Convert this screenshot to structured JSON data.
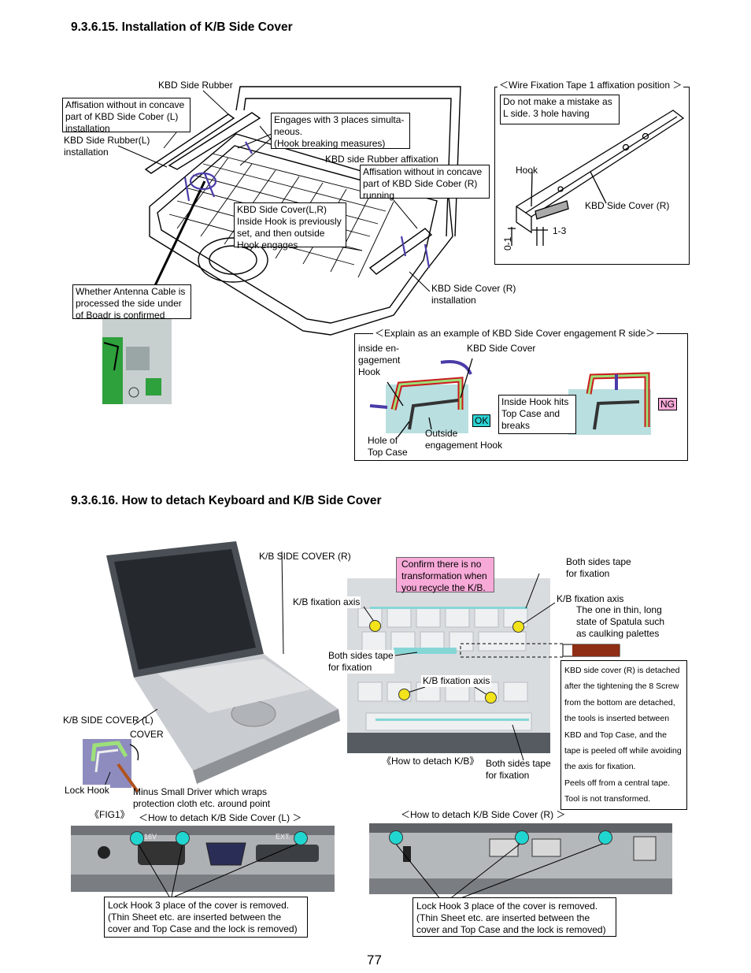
{
  "sec1": {
    "title": "9.3.6.15. Installation of K/B Side Cover",
    "kbd_side_rubber": "KBD Side Rubber",
    "affix_l": "Affisation without in concave\npart of KBD Side Cober (L)\ninstallation",
    "rubber_l_install": "KBD Side Rubber(L)\ninstallation",
    "engages": "Engages with 3 places simulta-\nneous.\n(Hook breaking measures)",
    "rubber_affix": "KBD side Rubber affixation",
    "affix_r": "Affisation without in concave\npart of KBD Side Cober (R)\nrunning",
    "cover_lr": "KBD Side Cover(L,R)\nInside Hook is previously\nset, and then outside\nHook engages",
    "antenna": "Whether Antenna Cable is\nprocessed the side under\nof Boadr is confirmed",
    "cover_r_install": "KBD Side Cover (R)\ninstallation",
    "wire_title": "＜Wire Fixation Tape 1 affixation position ＞",
    "mistake": "Do not make a mistake as\nL side. 3 hole having",
    "hook": "Hook",
    "cover_r": "KBD Side Cover (R)",
    "dim1": "1-3",
    "dim0": "0-1",
    "explain_title": "＜Explain as an example of KBD Side Cover engagement R side＞",
    "inside_hook": "inside en-\ngagement\nHook",
    "kbd_side_cover": "KBD Side Cover",
    "ok": "OK",
    "ng": "NG",
    "hits": "Inside Hook hits\nTop Case and\nbreaks",
    "hole": "Hole of\nTop Case",
    "outside_hook": "Outside\nengagement Hook"
  },
  "sec2": {
    "title": "9.3.6.16. How to detach Keyboard and K/B Side Cover",
    "kb_side_cover_r": "K/B SIDE COVER (R)",
    "kb_side_cover_l": "K/B SIDE COVER (L)",
    "cover": "COVER",
    "lock_hook": "Lock Hook",
    "minus_driver": "Minus Small Driver which wraps\nprotection cloth etc. around point",
    "fig1": "《FIG1》",
    "confirm": "Confirm there is no\ntransformation when\nyou recycle the K/B.",
    "both_tape_1": "Both sides tape\nfor fixation",
    "fix_axis_1": "K/B fixation axis",
    "fix_axis_2": "K/B fixation axis",
    "thin": "The one in thin, long\nstate of Spatula such\nas caulking palettes",
    "both_tape_2": "Both sides tape\nfor fixation",
    "fix_axis_3": "K/B fixation axis",
    "detach_note": "KBD side cover (R) is detached\nafter the tightening the 8 Screw\nfrom the bottom are detached,\nthe tools is inserted between\nKBD and Top Case, and the\ntape is peeled off while avoiding\nthe axis for fixation.\nPeels off from a central tape.\nTool is not transformed.",
    "how_kb": "《How to detach K/B》",
    "both_tape_3": "Both sides tape\nfor fixation",
    "how_l": "＜How to detach K/B Side Cover (L) ＞",
    "how_r": "＜How to detach K/B Side Cover (R) ＞",
    "lock3_l": "Lock Hook 3 place of the cover is removed.\n(Thin Sheet etc. are inserted between the\ncover and Top Case and the lock is removed)",
    "lock3_r": "Lock Hook 3 place of the cover is removed.\n(Thin Sheet etc. are inserted between the\ncover and Top Case and the lock is removed)",
    "port_16v": "16V",
    "port_ext": "EXT."
  },
  "page_number": "77"
}
